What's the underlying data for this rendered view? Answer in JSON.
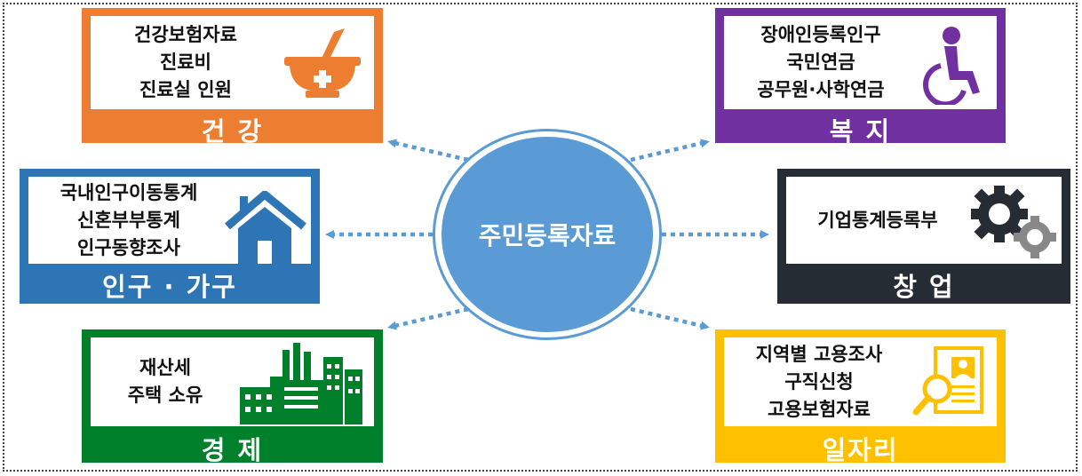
{
  "center": {
    "label": "주민등록자료"
  },
  "cards": {
    "health": {
      "title": "건  강",
      "lines": [
        "건강보험자료",
        "진료비",
        "진료실 인원"
      ],
      "color": "#ed7d31",
      "icon": "mortar-pestle-icon"
    },
    "welfare": {
      "title": "복  지",
      "lines": [
        "장애인등록인구",
        "국민연금",
        "공무원·사학연금"
      ],
      "color": "#7030a0",
      "icon": "wheelchair-icon"
    },
    "population": {
      "title": "인구 · 가구",
      "lines": [
        "국내인구이동통계",
        "신혼부부통계",
        "인구동향조사"
      ],
      "color": "#2e75b6",
      "icon": "house-icon"
    },
    "startup": {
      "title": "창  업",
      "lines": [
        "기업통계등록부"
      ],
      "color": "#262c33",
      "icon": "gears-icon"
    },
    "economy": {
      "title": "경  제",
      "lines": [
        "재산세",
        "주택 소유"
      ],
      "color": "#00802b",
      "icon": "factory-icon"
    },
    "jobs": {
      "title": "일자리",
      "lines": [
        "지역별 고용조사",
        "구직신청",
        "고용보험자료"
      ],
      "color": "#ffc000",
      "icon": "resume-search-icon"
    }
  }
}
